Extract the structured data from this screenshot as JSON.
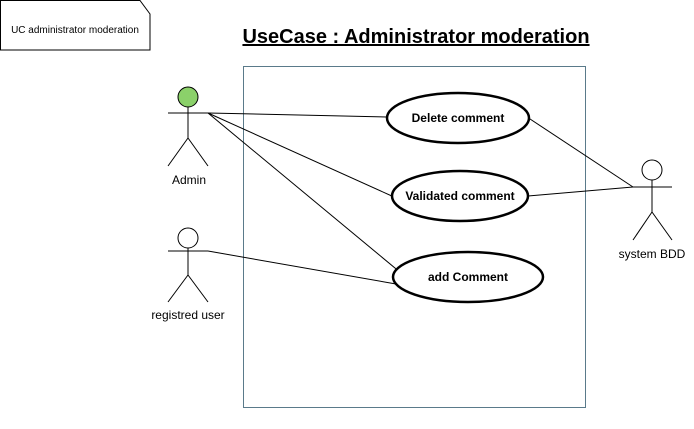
{
  "frame": {
    "label": "UC administrator moderation"
  },
  "diagram": {
    "title": "UseCase : Administrator moderation"
  },
  "actors": {
    "admin": {
      "label": "Admin",
      "head_color": "#8bd16a"
    },
    "registered_user": {
      "label": "registred user",
      "head_color": "#ffffff"
    },
    "system_bdd": {
      "label": "system BDD",
      "head_color": "#ffffff"
    }
  },
  "use_cases": {
    "delete_comment": {
      "label": "Delete comment"
    },
    "validated_comment": {
      "label": "Validated comment"
    },
    "add_comment": {
      "label": "add Comment"
    }
  },
  "colors": {
    "system_boundary": "#5a7a8a",
    "stroke": "#000000"
  }
}
